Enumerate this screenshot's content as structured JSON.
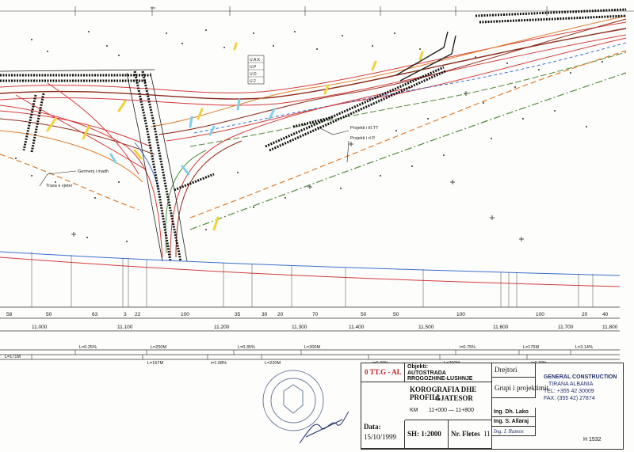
{
  "colors": {
    "paper": "#fdfdfb",
    "ink": "#222222",
    "road_red": "#d23c3c",
    "road_orange": "#e07b2a",
    "road_green": "#4f8a3a",
    "road_brown": "#8b2a1a",
    "road_blue": "#3a6ed0",
    "stamp_red": "#c81e1e",
    "ink_blue": "#1f2e6b",
    "highlight_yellow": "#f2d23a",
    "highlight_cyan": "#7fd0e8"
  },
  "map_labels": {
    "projekti_ii": "Projekti i III.TT",
    "projekti_i": "Projekti i rl P.",
    "germeni": "Germenj i madh",
    "trasa_left": "Trasa e  vjeter",
    "ug_labels": [
      "U.A.K",
      "U.P",
      "U.D",
      "U.2"
    ]
  },
  "profile": {
    "distances": [
      "58",
      "50",
      "63",
      "3",
      "22",
      "100",
      "35",
      "30",
      "20",
      "70",
      "50",
      "50",
      "100",
      "100",
      "20",
      "40"
    ],
    "stations": [
      "11.000",
      "11.100",
      "11.200",
      "11.300",
      "11.400",
      "11.500",
      "11.600",
      "11.700",
      "11.800"
    ],
    "upper_vals": [
      "L=0.25%",
      "L=250M",
      "L=0.35%",
      "L=300M",
      "i=0.75%",
      "L=175M",
      "L=3.14%"
    ],
    "lower_vals": [
      "L=171M",
      "L=157M",
      "i=1.08%",
      "L=220M",
      "i=0.36%",
      "L=200M",
      "i=0.79%"
    ]
  },
  "titleblock": {
    "objekti_label": "Objekti:",
    "objekti_value1": "AUTOSTRADA",
    "objekti_value2": "RROGOZHINE-LUSHNJE",
    "code": "0 TT.G - AL",
    "drawing_title1": "KOROGRAFIA DHE PROFILI",
    "drawing_title2": "GJATESOR",
    "km_label": "KM",
    "km_range": "11+000 — 11+800",
    "data_label": "Data:",
    "data_value": "15/10/1999",
    "scale": "SH: 1:2000",
    "fletes_label": "Nr. Fletes",
    "fletes_value": "11",
    "drejtori": "Drejtori",
    "grupi": "Grupi i projektimit",
    "eng1": "Ing. Dh. Lako",
    "eng2": "Ing. S. Allaraj",
    "eng3": "Ing. I. Ramos",
    "company": "GENERAL CONSTRUCTION",
    "city": "TIRANA  ALBANIA",
    "tel": "TEL: +355 42 30009",
    "fax": "FAX: (355 42) 27874",
    "sheet_no": "H 1532"
  }
}
